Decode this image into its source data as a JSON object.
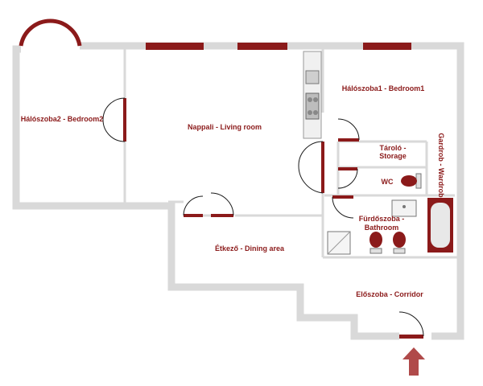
{
  "rooms": {
    "bedroom2": "Hálószoba2 - Bedroom2",
    "living": "Nappali - Living room",
    "bedroom1": "Hálószoba1 - Bedroom1",
    "storage_line1": "Tároló -",
    "storage_line2": "Storage",
    "wardrobe": "Gardrob - Wardrobe",
    "wc": "WC",
    "bathroom_line1": "Fürdőszoba -",
    "bathroom_line2": "Bathroom",
    "dining": "Étkező - Dining area",
    "corridor": "Előszoba - Corridor"
  },
  "colors": {
    "wall": "#d9d9d9",
    "window": "#8b1a1a",
    "label": "#8b1a1a",
    "door": "#1a1a1a",
    "fixture": "#8b1a1a",
    "entrance_arrow": "#b04a4a"
  }
}
